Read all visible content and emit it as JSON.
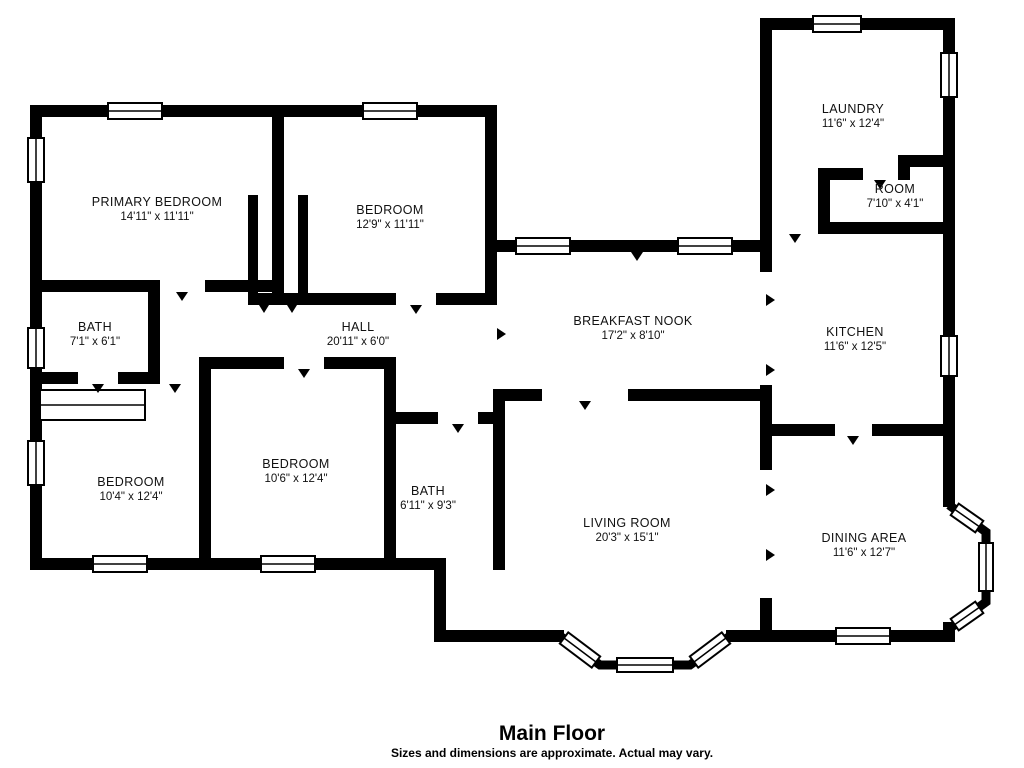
{
  "title": "Main Floor",
  "disclaimer": "Sizes and dimensions are approximate. Actual may vary.",
  "colors": {
    "wall": "#000000",
    "background": "#ffffff",
    "text": "#111111"
  },
  "rooms": [
    {
      "name": "PRIMARY BEDROOM",
      "dims": "14'11\" x 11'11\""
    },
    {
      "name": "BEDROOM",
      "dims": "12'9\" x 11'11\""
    },
    {
      "name": "LAUNDRY",
      "dims": "11'6\" x 12'4\""
    },
    {
      "name": "ROOM",
      "dims": "7'10\" x 4'1\""
    },
    {
      "name": "BATH",
      "dims": "7'1\" x 6'1\""
    },
    {
      "name": "HALL",
      "dims": "20'11\" x 6'0\""
    },
    {
      "name": "BREAKFAST NOOK",
      "dims": "17'2\" x 8'10\""
    },
    {
      "name": "KITCHEN",
      "dims": "11'6\" x 12'5\""
    },
    {
      "name": "BEDROOM",
      "dims": "10'4\" x 12'4\""
    },
    {
      "name": "BEDROOM",
      "dims": "10'6\" x 12'4\""
    },
    {
      "name": "BATH",
      "dims": "6'11\" x 9'3\""
    },
    {
      "name": "LIVING ROOM",
      "dims": "20'3\" x 15'1\""
    },
    {
      "name": "DINING AREA",
      "dims": "11'6\" x 12'7\""
    }
  ]
}
